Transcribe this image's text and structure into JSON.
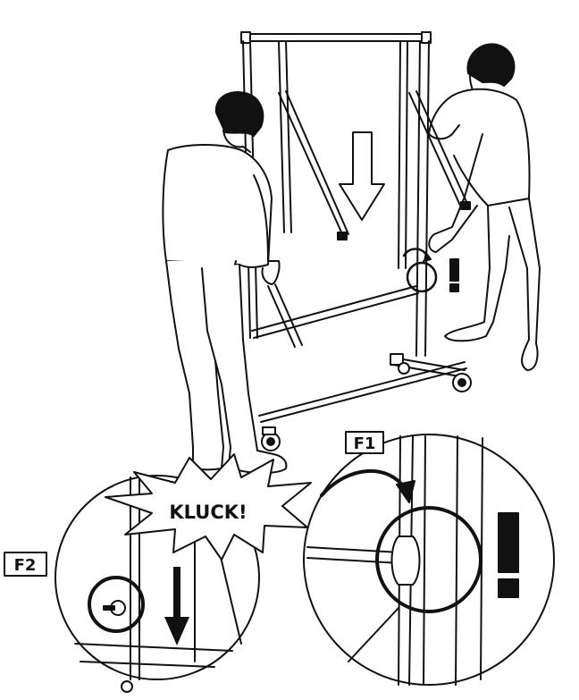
{
  "callouts": {
    "sound_effect": "KLUCK!",
    "detail_f1": "F1",
    "detail_f2": "F2",
    "warning_mark": "!"
  },
  "colors": {
    "line": "#111111",
    "paper": "#ffffff",
    "hair": "#111111"
  }
}
